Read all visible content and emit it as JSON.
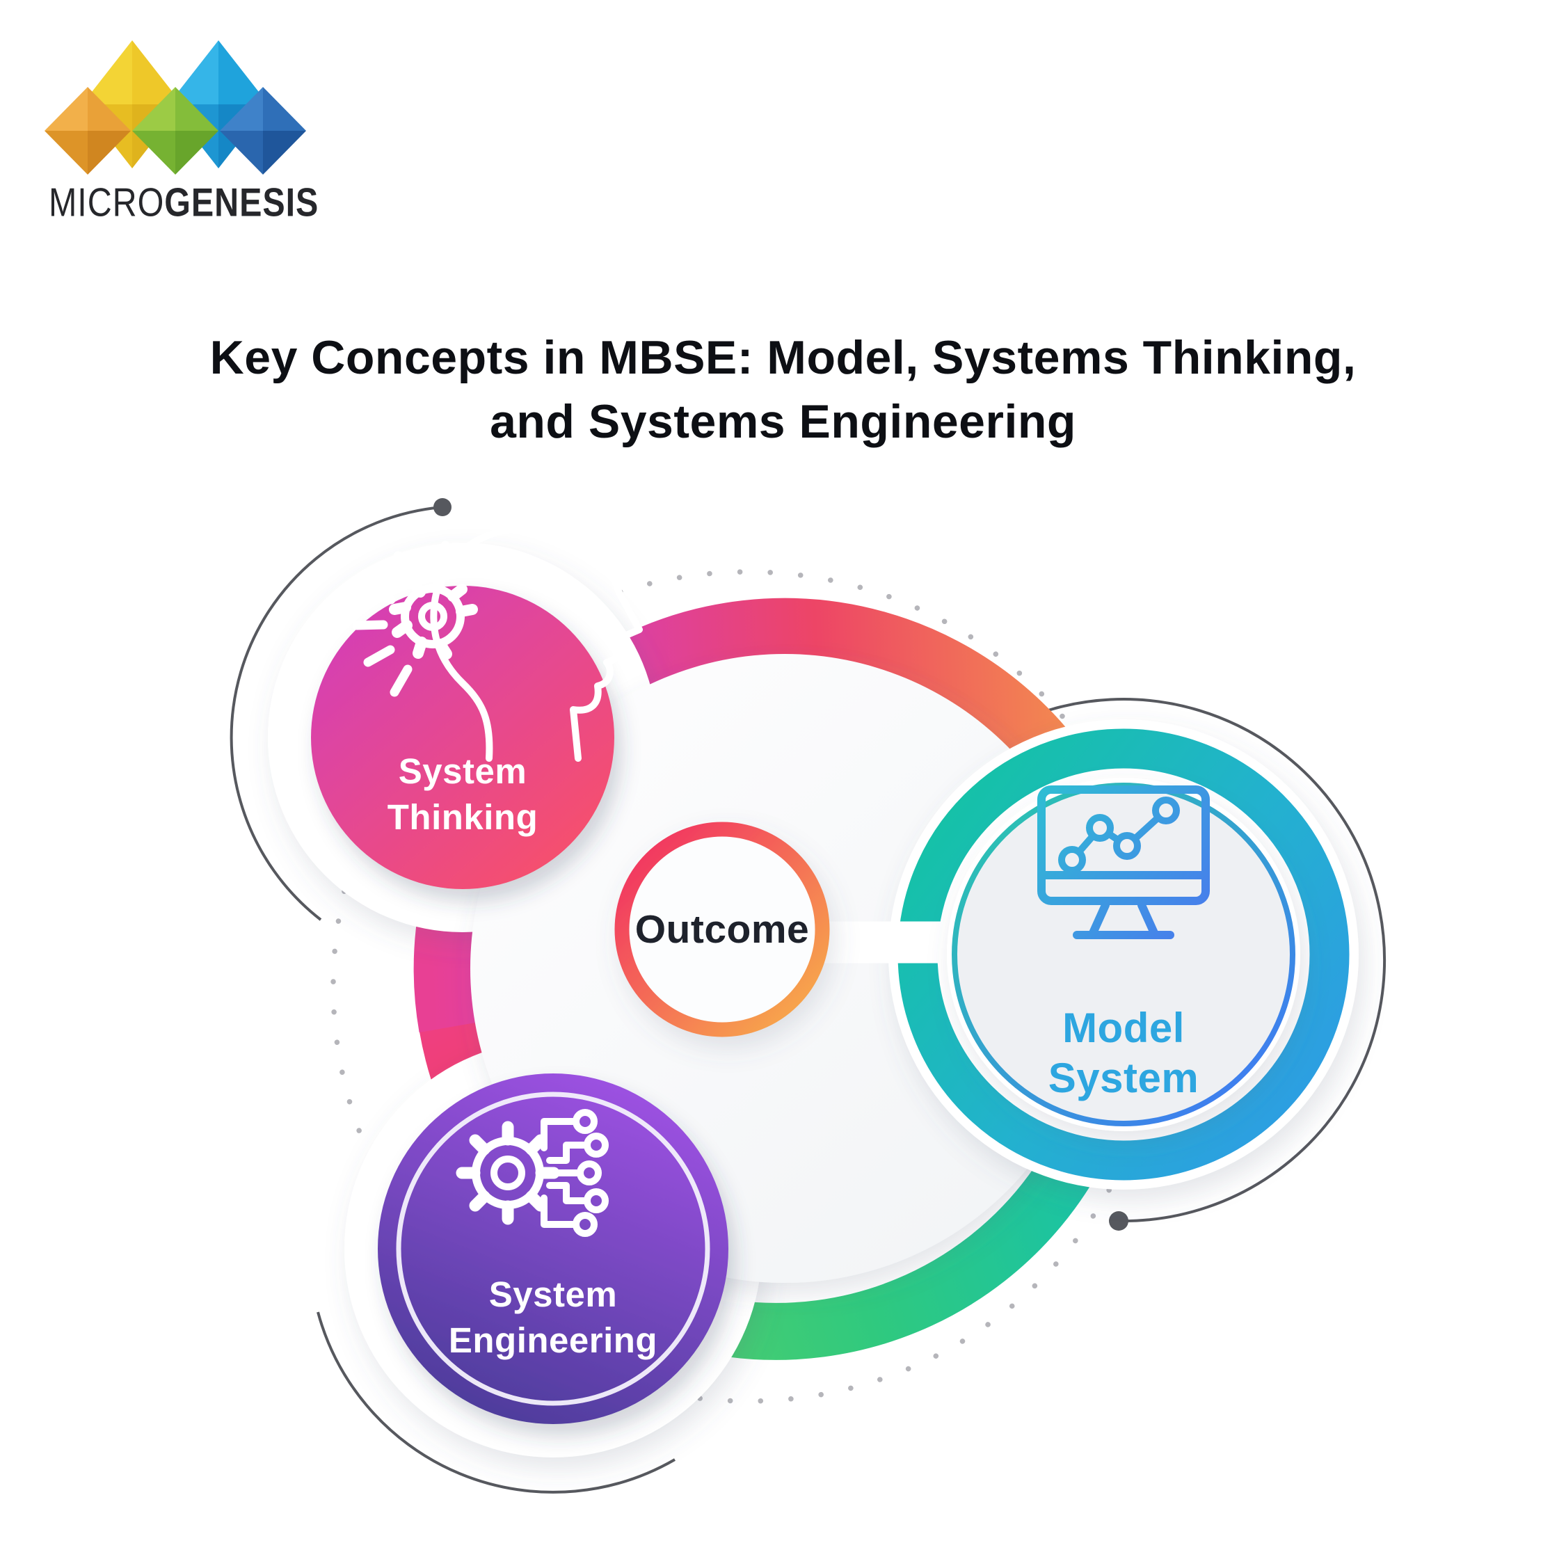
{
  "logo": {
    "brand_part1": "MICRO",
    "brand_part2": "GENESIS"
  },
  "title": {
    "line1": "Key Concepts in MBSE: Model, Systems Thinking,",
    "line2": "and Systems Engineering"
  },
  "diagram": {
    "center_node": {
      "label": "Outcome"
    },
    "nodes": [
      {
        "id": "system-thinking",
        "line1": "System",
        "line2": "Thinking",
        "icon": "head-gear-icon",
        "color_start": "#d540b4",
        "color_end": "#f85168"
      },
      {
        "id": "system-engineering",
        "line1": "System",
        "line2": "Engineering",
        "icon": "gear-circuit-icon",
        "color_start": "#9b51e0",
        "color_end": "#4c3c9a"
      },
      {
        "id": "model-system",
        "line1": "Model",
        "line2": "System",
        "icon": "monitor-chart-icon",
        "color_start": "#14c3a4",
        "color_end": "#2e9ce4"
      }
    ],
    "accents": {
      "main_ring_pink": "#d73fb6",
      "main_ring_red": "#ed4566",
      "main_ring_orange": "#f59e49",
      "main_ring_teal": "#18c2a8",
      "main_ring_green": "#55cf69",
      "outcome_ring_start": "#f23a60",
      "outcome_ring_end": "#f7a54c",
      "model_text": "#2da6e0",
      "dotted_circle": "#b5b5ba",
      "thin_arc": "#56585e"
    }
  }
}
